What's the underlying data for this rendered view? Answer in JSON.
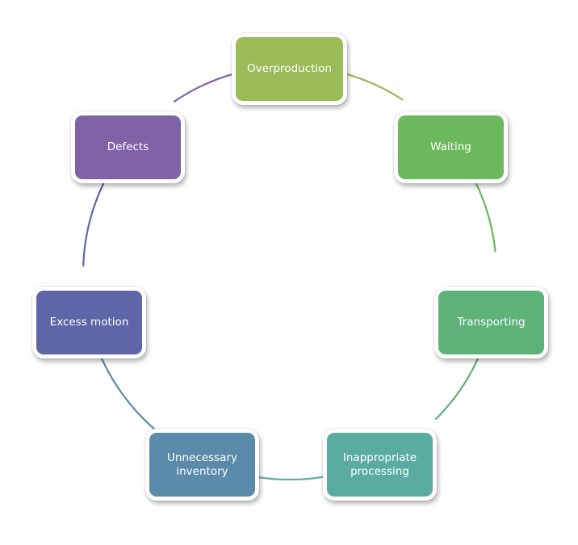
{
  "diagram": {
    "type": "cycle",
    "title": "",
    "nodes": [
      {
        "id": "overproduction",
        "label": "Overproduction",
        "color": "#9BBB59"
      },
      {
        "id": "waiting",
        "label": "Waiting",
        "color": "#6CB85C"
      },
      {
        "id": "transporting",
        "label": "Transporting",
        "color": "#5DB279"
      },
      {
        "id": "inappropriate",
        "label": "Inappropriate\nprocessing",
        "color": "#5BACA0"
      },
      {
        "id": "unnecessary",
        "label": "Unnecessary\ninventory",
        "color": "#5B8BAA"
      },
      {
        "id": "excess",
        "label": "Excess motion",
        "color": "#5E66A8"
      },
      {
        "id": "defects",
        "label": "Defects",
        "color": "#7F63A6"
      }
    ],
    "edges": [
      {
        "from": "overproduction",
        "to": "waiting",
        "color": "#9BBB59"
      },
      {
        "from": "waiting",
        "to": "transporting",
        "color": "#6CB85C"
      },
      {
        "from": "transporting",
        "to": "inappropriate",
        "color": "#5DB279"
      },
      {
        "from": "inappropriate",
        "to": "unnecessary",
        "color": "#5BACA0"
      },
      {
        "from": "unnecessary",
        "to": "excess",
        "color": "#5B8BAA"
      },
      {
        "from": "excess",
        "to": "defects",
        "color": "#5E66A8"
      },
      {
        "from": "defects",
        "to": "overproduction",
        "color": "#7F63A6"
      }
    ]
  }
}
